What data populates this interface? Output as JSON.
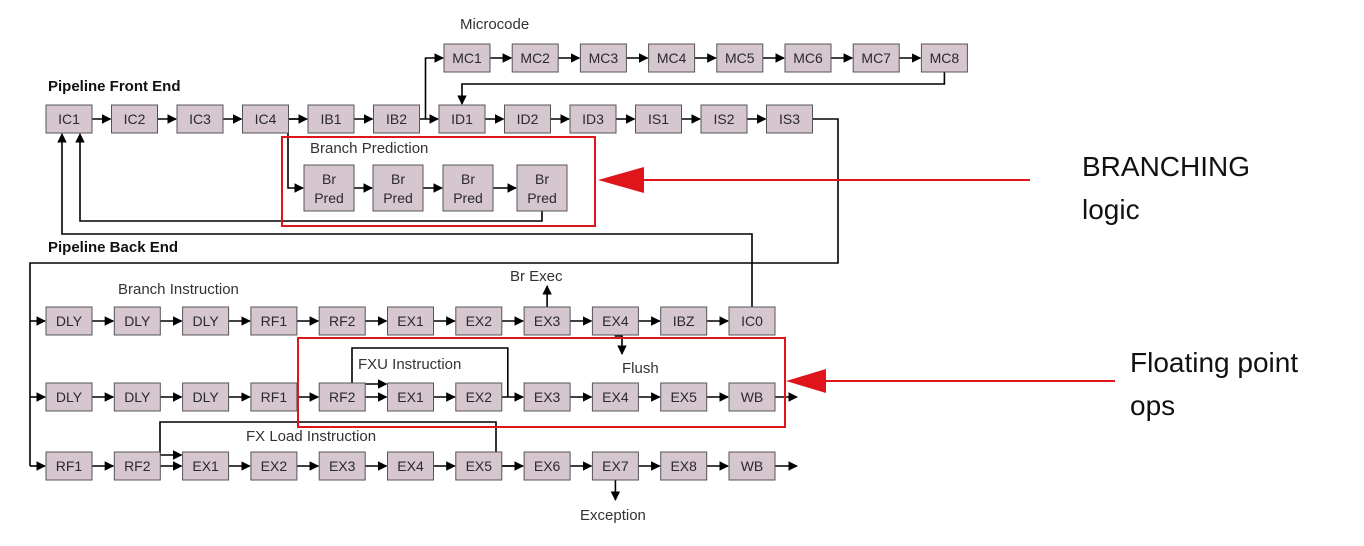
{
  "labels": {
    "microcode": "Microcode",
    "front_end": "Pipeline Front End",
    "branch_prediction": "Branch Prediction",
    "back_end": "Pipeline Back End",
    "branch_instruction": "Branch Instruction",
    "br_exec": "Br Exec",
    "fxu_instruction": "FXU Instruction",
    "flush": "Flush",
    "fx_load_instruction": "FX Load Instruction",
    "exception": "Exception"
  },
  "annotations": {
    "branching_line1": "BRANCHING",
    "branching_line2": "logic",
    "float_line1": "Floating point",
    "float_line2": "ops"
  },
  "microcode": [
    "MC1",
    "MC2",
    "MC3",
    "MC4",
    "MC5",
    "MC6",
    "MC7",
    "MC8"
  ],
  "front_end": [
    "IC1",
    "IC2",
    "IC3",
    "IC4",
    "IB1",
    "IB2",
    "ID1",
    "ID2",
    "ID3",
    "IS1",
    "IS2",
    "IS3"
  ],
  "branch_pred": [
    {
      "l1": "Br",
      "l2": "Pred"
    },
    {
      "l1": "Br",
      "l2": "Pred"
    },
    {
      "l1": "Br",
      "l2": "Pred"
    },
    {
      "l1": "Br",
      "l2": "Pred"
    }
  ],
  "branch_row": [
    "DLY",
    "DLY",
    "DLY",
    "RF1",
    "RF2",
    "EX1",
    "EX2",
    "EX3",
    "EX4",
    "IBZ",
    "IC0"
  ],
  "fxu_row": [
    "DLY",
    "DLY",
    "DLY",
    "RF1",
    "RF2",
    "EX1",
    "EX2",
    "EX3",
    "EX4",
    "EX5",
    "WB"
  ],
  "load_row": [
    "RF1",
    "RF2",
    "EX1",
    "EX2",
    "EX3",
    "EX4",
    "EX5",
    "EX6",
    "EX7",
    "EX8",
    "WB"
  ],
  "colors": {
    "box_fill": "#d6c6d0",
    "highlight": "#e0141b"
  }
}
